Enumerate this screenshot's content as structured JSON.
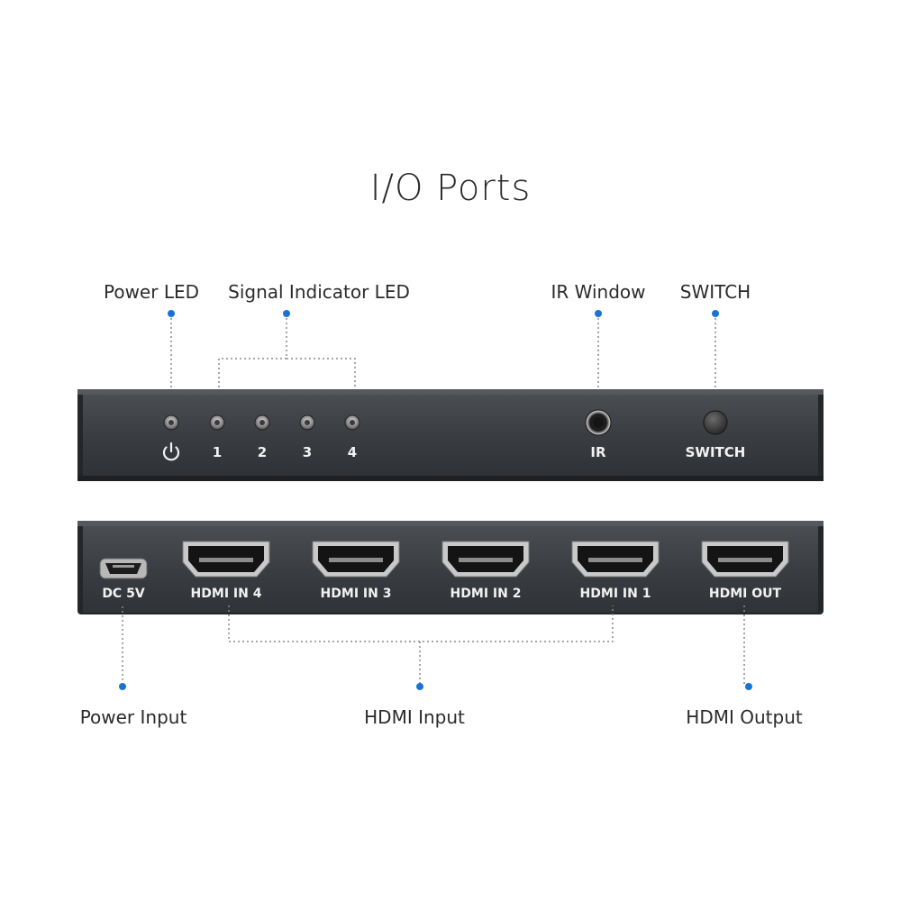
{
  "title": "I/O Ports",
  "callouts": {
    "power_led": "Power LED",
    "signal_led": "Signal Indicator LED",
    "ir_window": "IR Window",
    "switch": "SWITCH",
    "power_input": "Power Input",
    "hdmi_input": "HDMI Input",
    "hdmi_output": "HDMI Output"
  },
  "front_panel": {
    "led_labels": [
      "1",
      "2",
      "3",
      "4"
    ],
    "ir_label": "IR",
    "switch_label": "SWITCH"
  },
  "rear_panel": {
    "dc_label": "DC 5V",
    "ports": [
      "HDMI IN 4",
      "HDMI IN 3",
      "HDMI IN 2",
      "HDMI IN 1",
      "HDMI OUT"
    ]
  },
  "colors": {
    "device_body": "#3a3d41",
    "callout_dot": "#1a73d4",
    "leader_line": "#8a8a8a"
  },
  "icons": {
    "power": "power-icon",
    "led": "led-indicator-icon",
    "ir": "ir-sensor-icon",
    "hdmi": "hdmi-port-icon",
    "micro_usb": "micro-usb-port-icon"
  }
}
